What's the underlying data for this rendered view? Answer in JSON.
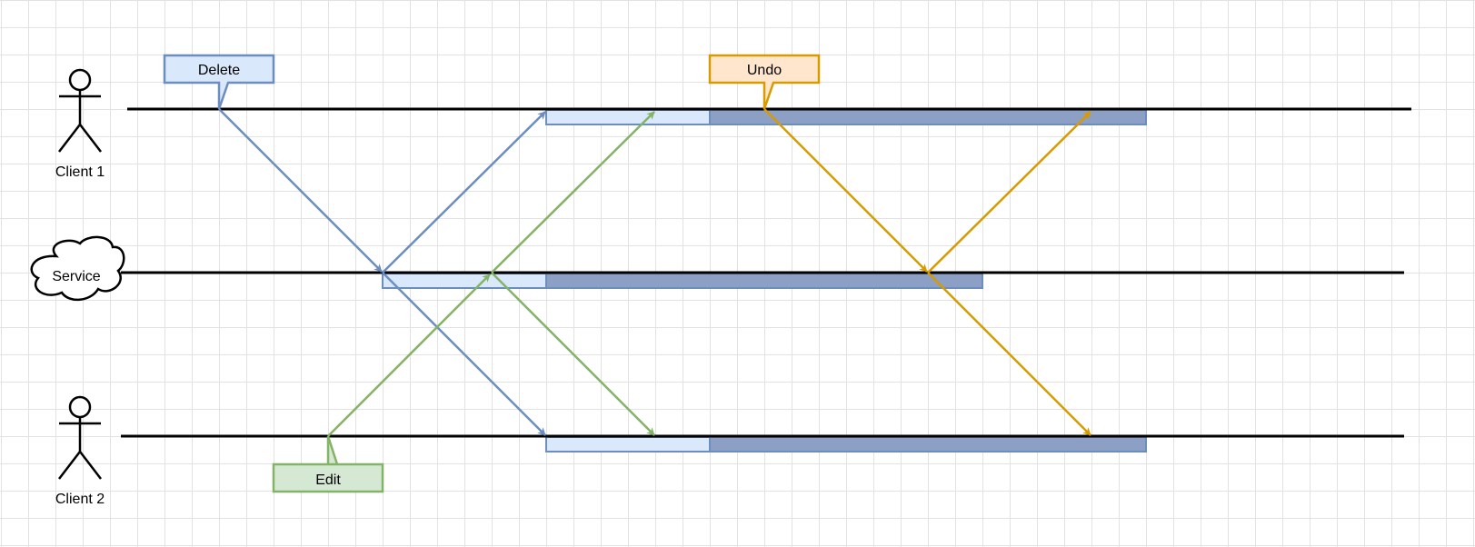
{
  "actors": {
    "client1": {
      "label": "Client 1"
    },
    "service": {
      "label": "Service"
    },
    "client2": {
      "label": "Client 2"
    }
  },
  "callouts": {
    "delete": {
      "label": "Delete",
      "fill": "#dae8fc",
      "stroke": "#6c8ebf"
    },
    "undo": {
      "label": "Undo",
      "fill": "#ffe6cc",
      "stroke": "#d79b00"
    },
    "edit": {
      "label": "Edit",
      "fill": "#d5e8d4",
      "stroke": "#82b366"
    }
  },
  "colors": {
    "timeline": "#000000",
    "delete_arrow": "#6c8ebf",
    "edit_arrow": "#82b366",
    "undo_arrow": "#d79b00",
    "state_light": "#dae8fc",
    "state_dark": "#8ba0c4",
    "state_stroke": "#6c8ebf"
  }
}
